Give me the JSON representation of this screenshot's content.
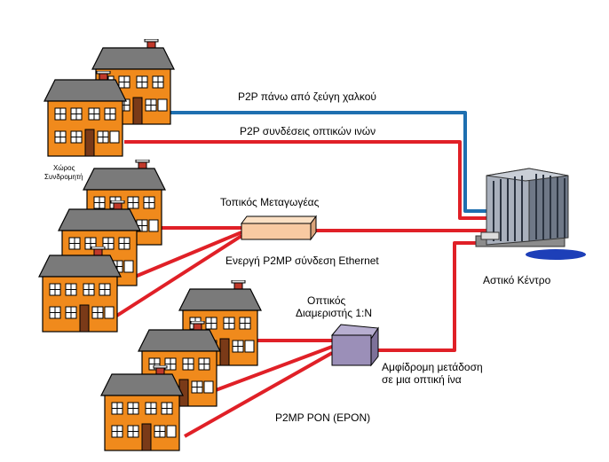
{
  "labels": {
    "copper": "P2P πάνω από ζεύγη χαλκού",
    "fiber": "P2P συνδέσεις οπτικών ινών",
    "subscriber_1": "Χώρος",
    "subscriber_2": "Συνδρομητή",
    "switch": "Τοπικός Μεταγωγέας",
    "ethernet": "Ενεργή P2MP σύνδεση Ethernet",
    "splitter_1": "Οπτικός",
    "splitter_2": "Διαμεριστής 1:N",
    "bidir_1": "Αμφίδρομη μετάδοση",
    "bidir_2": "σε μια οπτική ίνα",
    "pon": "P2MP PON (EPON)",
    "central": "Αστικό Κέντρο"
  },
  "colors": {
    "copper_line": "#1e6fb0",
    "fiber_line": "#e02027",
    "house_wall": "#f08a1c",
    "roof": "#7a7a7a",
    "door": "#7a3a18",
    "switch_body": "#f8caa2",
    "splitter_body": "#9b8fb8"
  }
}
